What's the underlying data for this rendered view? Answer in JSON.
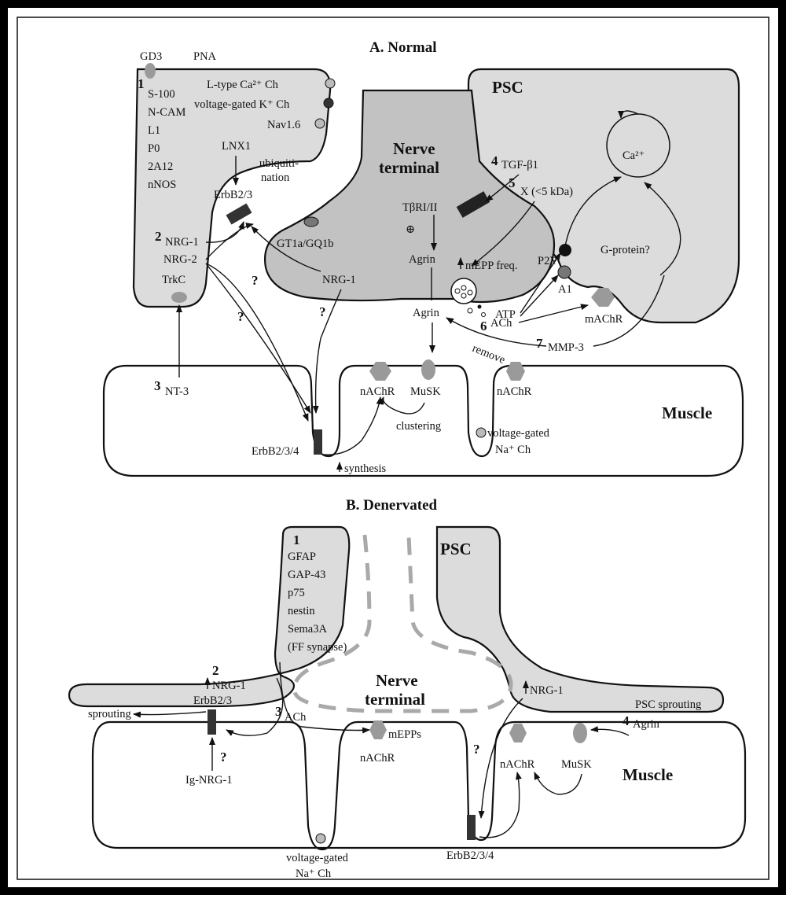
{
  "panel_a": {
    "title": "A. Normal",
    "psc_label": "PSC",
    "nerve_label": [
      "Nerve",
      "terminal"
    ],
    "muscle_label": "Muscle",
    "top_markers": [
      "GD3",
      "PNA"
    ],
    "markers": [
      "S-100",
      "N-CAM",
      "L1",
      "P0",
      "2A12",
      "nNOS"
    ],
    "channels": [
      "L-type Ca²⁺ Ch",
      "voltage-gated K⁺ Ch",
      "Nav1.6"
    ],
    "lnx": "LNX1",
    "ubiquitination": [
      "ubiquiti-",
      "nation"
    ],
    "erbb23": "ErbB2/3",
    "nrg1": "NRG-1",
    "nrg2": "NRG-2",
    "nrg1_terminal": "NRG-1",
    "gt1a": "GT1a/GQ1b",
    "trkc": "TrkC",
    "nt3": "NT-3",
    "tgfb": "TGF-β1",
    "x_factor": "X (<5 kDa)",
    "tbri": "TβRI/II",
    "plus": "⊕",
    "agrin": "Agrin",
    "mepp_freq": "mEPP freq.",
    "p2y": "P2Y",
    "a1": "A1",
    "ca": "Ca²⁺",
    "gprotein": "G-protein?",
    "atp": "ATP",
    "ach": "ACh",
    "machr": "mAChR",
    "mmp3": "MMP-3",
    "remove": "remove",
    "nachr": "nAChR",
    "musk": "MuSK",
    "clustering": "clustering",
    "nav_gated": [
      "voltage-gated",
      "Na⁺ Ch"
    ],
    "erbb234": "ErbB2/3/4",
    "synthesis": "synthesis",
    "question": "?",
    "nums": [
      "1",
      "2",
      "3",
      "4",
      "5",
      "6",
      "7"
    ]
  },
  "panel_b": {
    "title": "B. Denervated",
    "psc_label": "PSC",
    "nerve_label": [
      "Nerve",
      "terminal"
    ],
    "muscle_label": "Muscle",
    "markers": [
      "GFAP",
      "GAP-43",
      "p75",
      "nestin",
      "Sema3A",
      "(FF synapse)"
    ],
    "nrg1": "NRG-1",
    "erbb23": "ErbB2/3",
    "sprouting": "sprouting",
    "ig_nrg1": "Ig-NRG-1",
    "ach": "ACh",
    "mepps": "mEPPs",
    "nachr": "nAChR",
    "nrg1_right": "NRG-1",
    "psc_sprouting": "PSC sprouting",
    "agrin": "Agrin",
    "musk": "MuSK",
    "erbb234": "ErbB2/3/4",
    "nav_gated": [
      "voltage-gated",
      "Na⁺ Ch"
    ],
    "question": "?",
    "nums": [
      "1",
      "2",
      "3",
      "4"
    ]
  }
}
